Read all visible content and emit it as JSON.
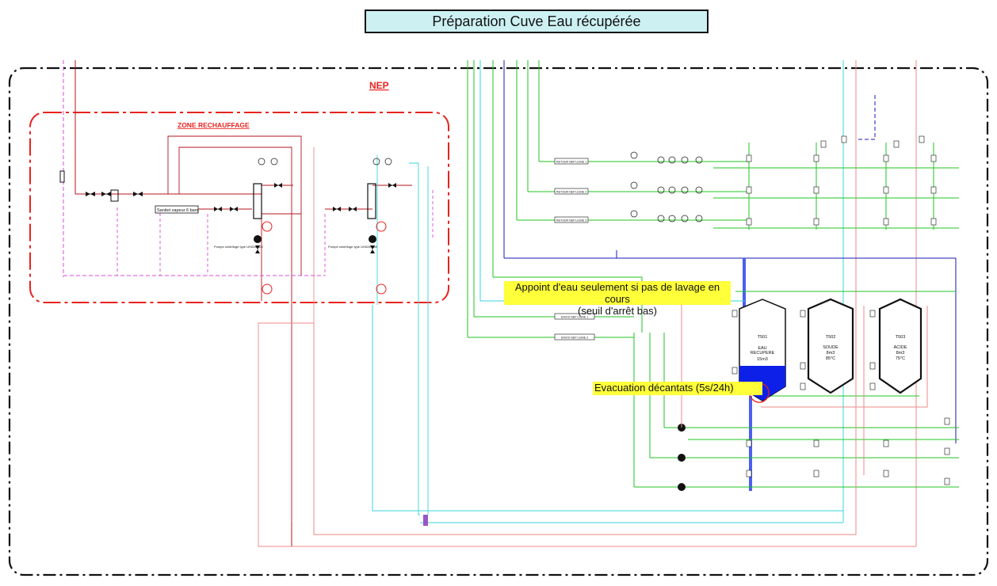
{
  "title": "Préparation Cuve Eau récupérée",
  "zones": {
    "nep": "NEP",
    "rechauffage": "ZONE RECHAUFFAGE"
  },
  "labels": {
    "vapeur": "Sanitet vapeur 6 bars",
    "pompe_1": "Pompe centrifuge type UH026-128",
    "pompe_2": "Pompe centrifuge type UH026-128",
    "retour_1": "RETOUR NEP LIGNE 1",
    "retour_2": "RETOUR NEP LIGNE 2",
    "retour_3": "RETOUR NEP LIGNE 3",
    "envoi_1": "ENVOI NEP LIGNE 1",
    "envoi_2": "ENVOI NEP LIGNE 2"
  },
  "tanks": [
    {
      "id": "T501",
      "line1": "EAU",
      "line2": "RECUPERE",
      "line3": "15m3"
    },
    {
      "id": "T502",
      "line1": "SOUDE",
      "line2": "8m3",
      "line3": "85°C"
    },
    {
      "id": "T503",
      "line1": "ACIDE",
      "line2": "8m3",
      "line3": "75°C"
    }
  ],
  "notes": {
    "appoint_line1": "Appoint d'eau seulement si pas de lavage en cours",
    "appoint_line2": "(seuil d'arrêt bas)",
    "evacuation": "Evacuation décantats (5s/24h)"
  },
  "colors": {
    "title_bg": "#cdf1f3",
    "note_bg": "#ffff3a",
    "zone_red": "#e8231e",
    "pipe_green": "#22c422",
    "pipe_cyan": "#3ad6dc",
    "pipe_blue": "#1a1ab4",
    "pipe_pink": "#f08a8a",
    "pipe_magenta": "#d84cd8",
    "pipe_darkred": "#b4141e"
  }
}
